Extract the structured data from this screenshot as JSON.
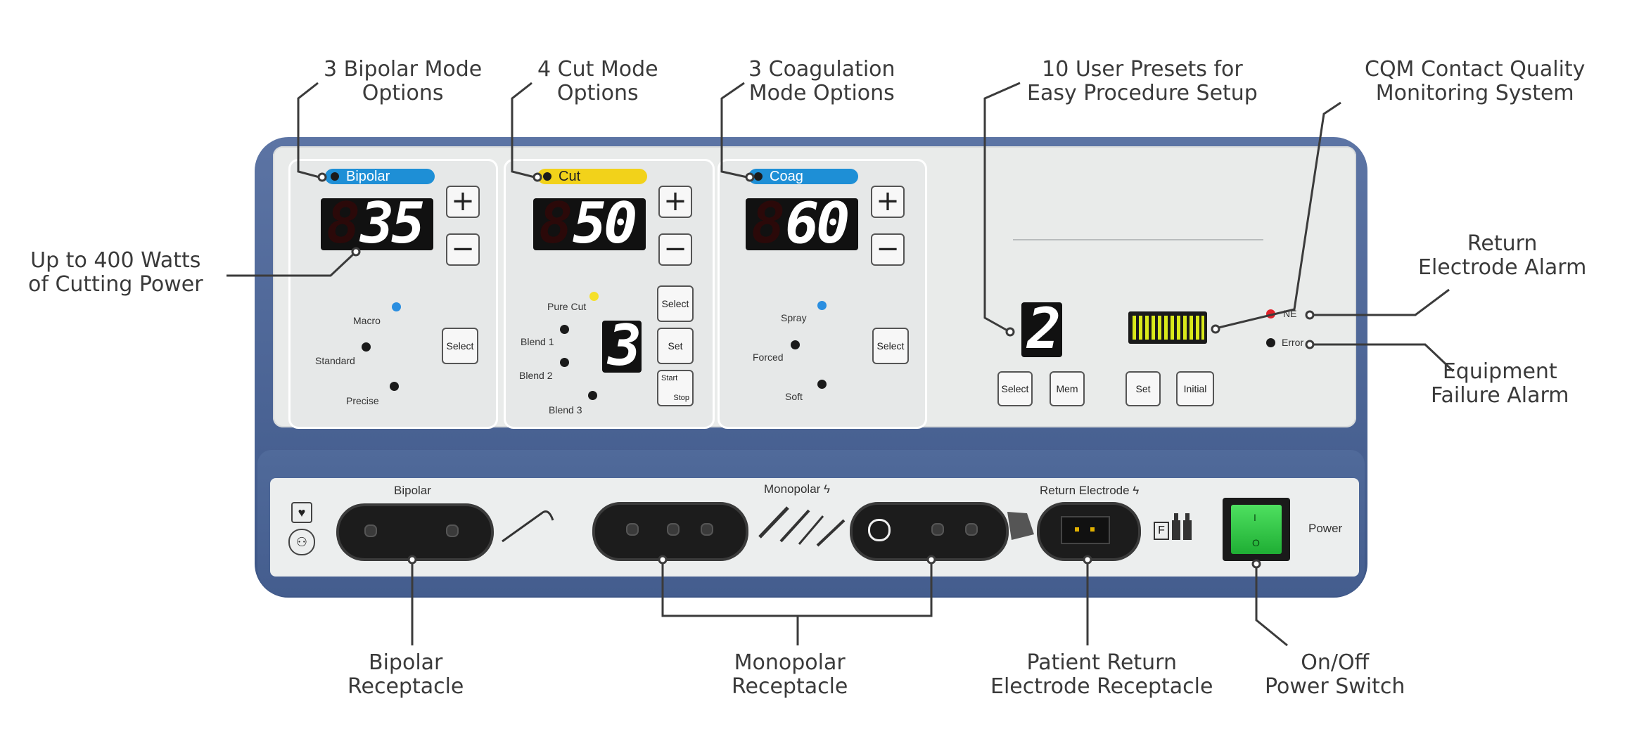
{
  "callouts": {
    "bipolar_modes": [
      "3 Bipolar Mode",
      "Options"
    ],
    "cut_modes": [
      "4 Cut Mode",
      "Options"
    ],
    "coag_modes": [
      "3 Coagulation",
      "Mode Options"
    ],
    "presets": [
      "10 User Presets for",
      "Easy Procedure Setup"
    ],
    "cqm": [
      "CQM Contact Quality",
      "Monitoring System"
    ],
    "cutting_power": [
      "Up to 400 Watts",
      "of Cutting Power"
    ],
    "return_alarm": [
      "Return",
      "Electrode Alarm"
    ],
    "failure_alarm": [
      "Equipment",
      "Failure Alarm"
    ],
    "bipolar_receptacle": [
      "Bipolar",
      "Receptacle"
    ],
    "monopolar_receptacle": [
      "Monopolar",
      "Receptacle"
    ],
    "patient_return": [
      "Patient Return",
      "Electrode Receptacle"
    ],
    "power_switch": [
      "On/Off",
      "Power Switch"
    ]
  },
  "panel": {
    "bipolar": {
      "title": "Bipolar",
      "color": "#1e8fd6",
      "display": "35",
      "modes": [
        "Macro",
        "Standard",
        "Precise"
      ],
      "select": "Select"
    },
    "cut": {
      "title": "Cut",
      "color": "#f2d21a",
      "display": "50",
      "mode_display": "3",
      "modes": [
        "Pure Cut",
        "Blend 1",
        "Blend 2",
        "Blend 3"
      ],
      "select": "Select",
      "set": "Set",
      "start": "Start",
      "stop": "Stop"
    },
    "coag": {
      "title": "Coag",
      "color": "#1e8fd6",
      "display": "60",
      "modes": [
        "Spray",
        "Forced",
        "Soft"
      ],
      "select": "Select"
    },
    "presets": {
      "display": "2",
      "select": "Select",
      "mem": "Mem"
    },
    "cqm": {
      "set": "Set",
      "initial": "Initial",
      "ne": "NE",
      "error": "Error"
    }
  },
  "bottom": {
    "bipolar": "Bipolar",
    "monopolar": "Monopolar ϟ",
    "return_electrode": "Return Electrode ϟ",
    "power": "Power",
    "power_on": "I",
    "power_off": "O",
    "f_mark": "F"
  },
  "colors": {
    "housing": "#4a6394",
    "panel": "#e9ebea",
    "display_bg": "#111111",
    "cqm_bar": "#d8e81a",
    "ne_led": "#e0222a",
    "power_switch": "#22c03c"
  }
}
